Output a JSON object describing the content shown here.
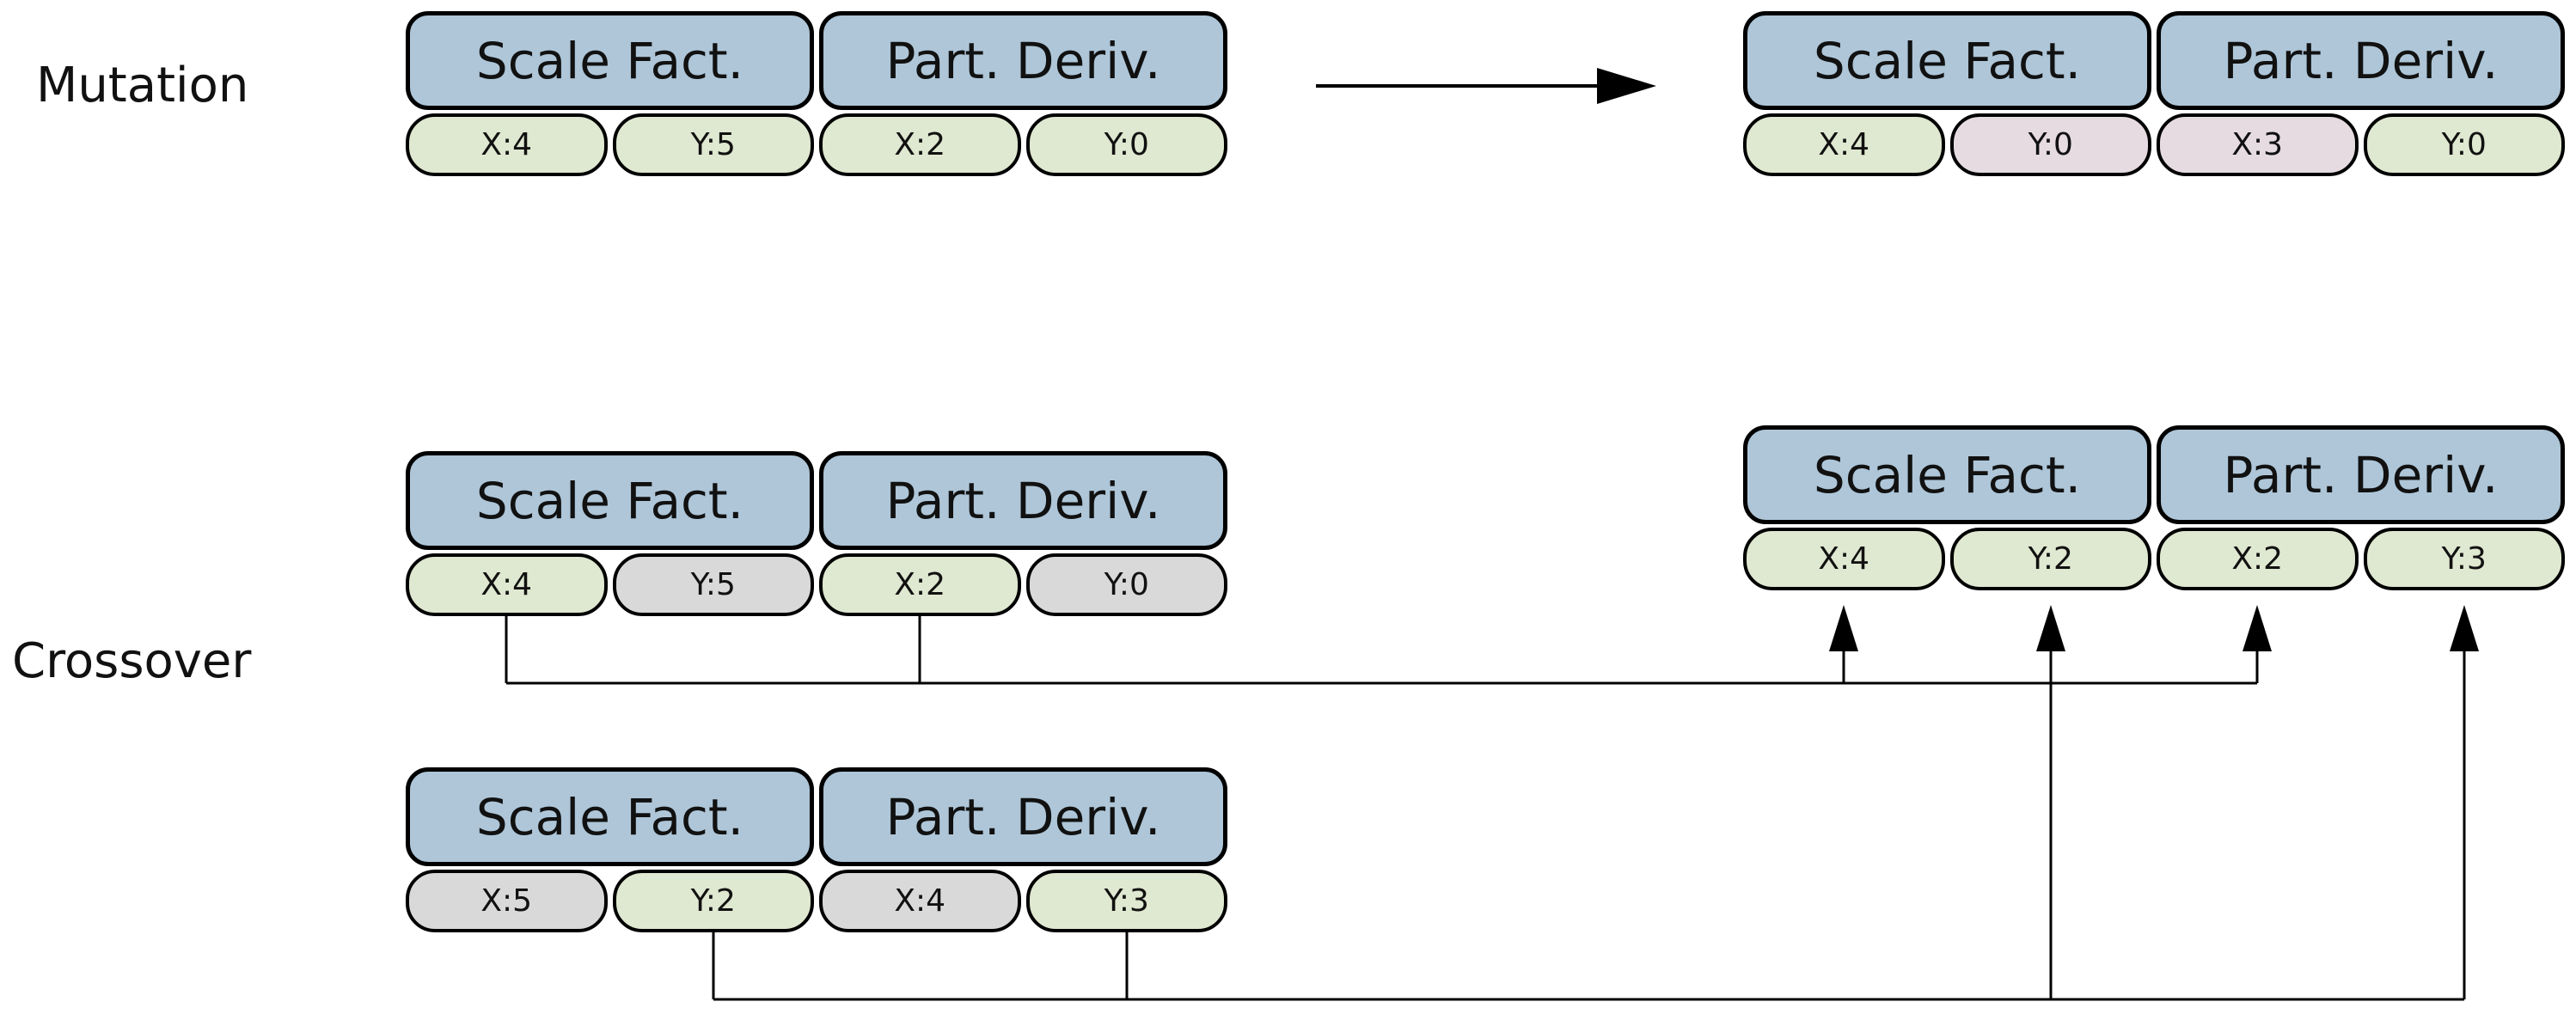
{
  "labels": {
    "mutation": "Mutation",
    "crossover": "Crossover"
  },
  "mutation": {
    "parent": {
      "headers": [
        "Scale Fact.",
        "Part. Deriv."
      ],
      "chips": [
        {
          "label": "X:4",
          "state": "unchanged"
        },
        {
          "label": "Y:5",
          "state": "unchanged"
        },
        {
          "label": "X:2",
          "state": "unchanged"
        },
        {
          "label": "Y:0",
          "state": "unchanged"
        }
      ]
    },
    "offspring": {
      "headers": [
        "Scale Fact.",
        "Part. Deriv."
      ],
      "chips": [
        {
          "label": "X:4",
          "state": "unchanged"
        },
        {
          "label": "Y:0",
          "state": "mutated"
        },
        {
          "label": "X:3",
          "state": "mutated"
        },
        {
          "label": "Y:0",
          "state": "unchanged"
        }
      ]
    }
  },
  "crossover": {
    "parent1": {
      "headers": [
        "Scale Fact.",
        "Part. Deriv."
      ],
      "chips": [
        {
          "label": "X:4",
          "state": "selected"
        },
        {
          "label": "Y:5",
          "state": "unselected"
        },
        {
          "label": "X:2",
          "state": "selected"
        },
        {
          "label": "Y:0",
          "state": "unselected"
        }
      ]
    },
    "parent2": {
      "headers": [
        "Scale Fact.",
        "Part. Deriv."
      ],
      "chips": [
        {
          "label": "X:5",
          "state": "unselected"
        },
        {
          "label": "Y:2",
          "state": "selected"
        },
        {
          "label": "X:4",
          "state": "unselected"
        },
        {
          "label": "Y:3",
          "state": "selected"
        }
      ]
    },
    "offspring": {
      "headers": [
        "Scale Fact.",
        "Part. Deriv."
      ],
      "chips": [
        {
          "label": "X:4",
          "state": "inherited"
        },
        {
          "label": "Y:2",
          "state": "inherited"
        },
        {
          "label": "X:2",
          "state": "inherited"
        },
        {
          "label": "Y:3",
          "state": "inherited"
        }
      ]
    }
  },
  "colors": {
    "header_fill": "#aec6d8",
    "gene_green": "#dfe8d0",
    "gene_gray": "#d9d9d9",
    "gene_pink": "#e5dbe1",
    "outline": "#000000"
  }
}
